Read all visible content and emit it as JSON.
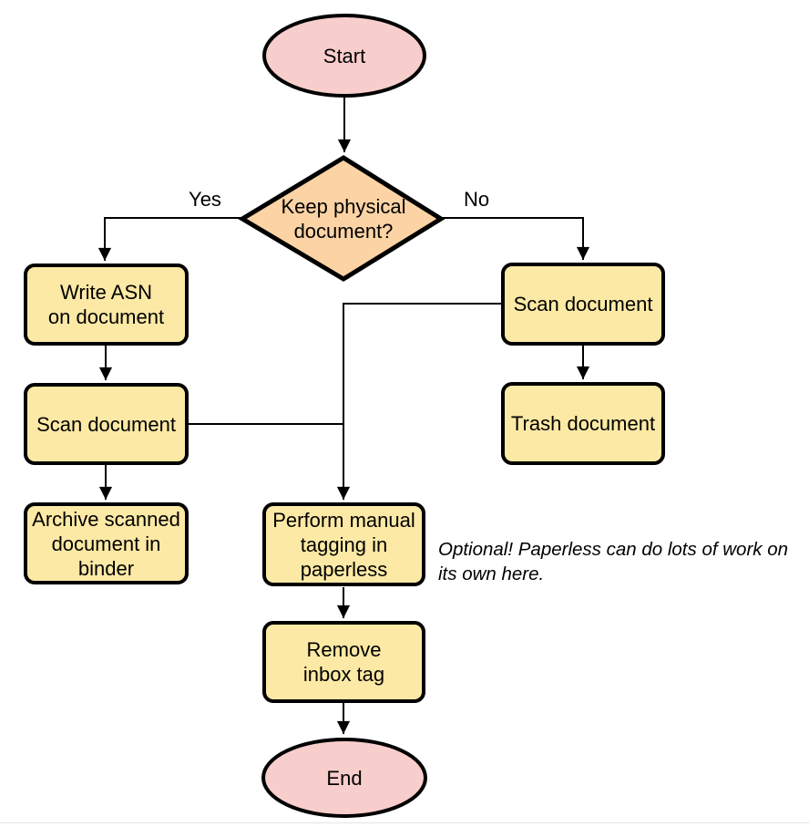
{
  "diagram": {
    "nodes": {
      "start": {
        "label": "Start"
      },
      "decision": {
        "label": "Keep physical\ndocument?"
      },
      "write_asn": {
        "label": "Write ASN\non document"
      },
      "scan_left": {
        "label": "Scan document"
      },
      "archive": {
        "label": "Archive scanned\ndocument in\nbinder"
      },
      "scan_right": {
        "label": "Scan document"
      },
      "trash": {
        "label": "Trash document"
      },
      "tagging": {
        "label": "Perform manual\ntagging in\npaperless"
      },
      "remove_inbox": {
        "label": "Remove\ninbox tag"
      },
      "end": {
        "label": "End"
      }
    },
    "edge_labels": {
      "yes": "Yes",
      "no": "No"
    },
    "annotation": "Optional! Paperless can do lots of work on\nits own here.",
    "colors": {
      "terminator_fill": "#f8cecc",
      "decision_fill": "#fcd3a5",
      "process_fill": "#fce9a5",
      "stroke": "#000000"
    }
  }
}
